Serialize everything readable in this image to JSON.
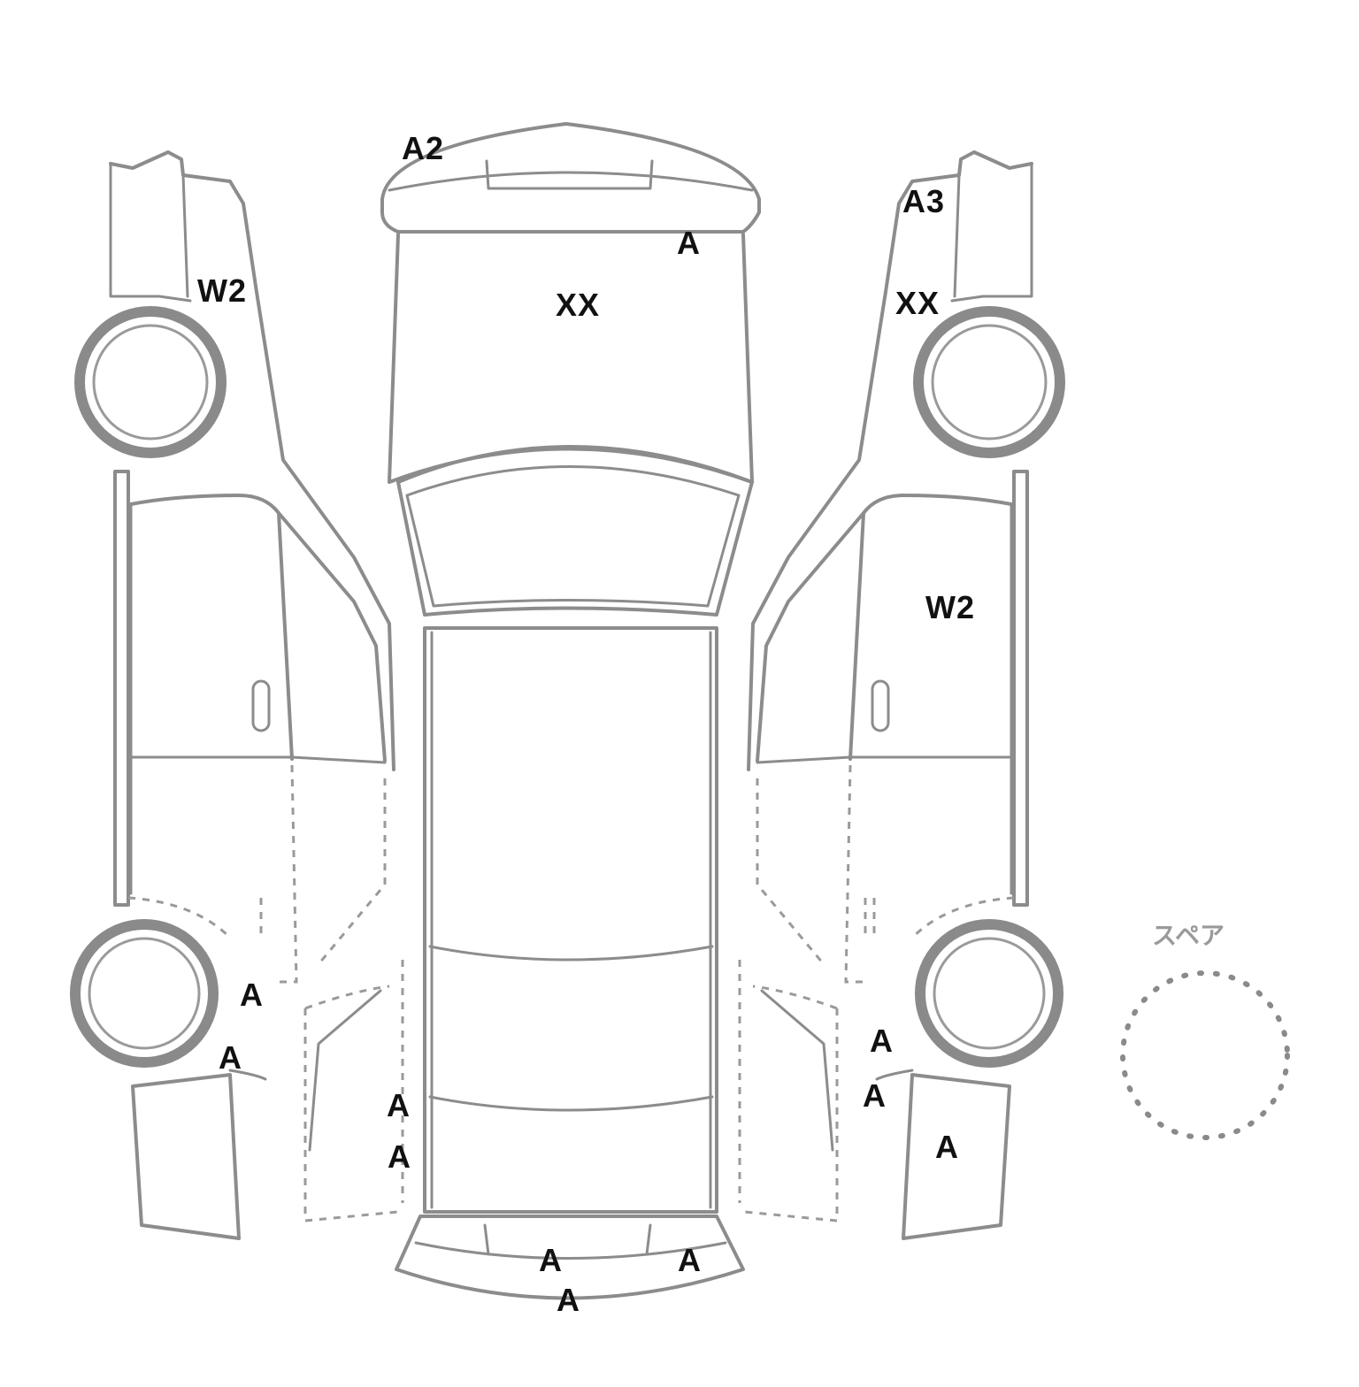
{
  "spare_label": "スペア",
  "marks": [
    {
      "code": "A2"
    },
    {
      "code": "A"
    },
    {
      "code": "XX"
    },
    {
      "code": "W2"
    },
    {
      "code": "A3"
    },
    {
      "code": "XX"
    },
    {
      "code": "W2"
    },
    {
      "code": "A"
    },
    {
      "code": "A"
    },
    {
      "code": "A"
    },
    {
      "code": "A"
    },
    {
      "code": "A"
    },
    {
      "code": "A"
    },
    {
      "code": "A"
    },
    {
      "code": "A"
    },
    {
      "code": "A"
    },
    {
      "code": "A"
    }
  ]
}
